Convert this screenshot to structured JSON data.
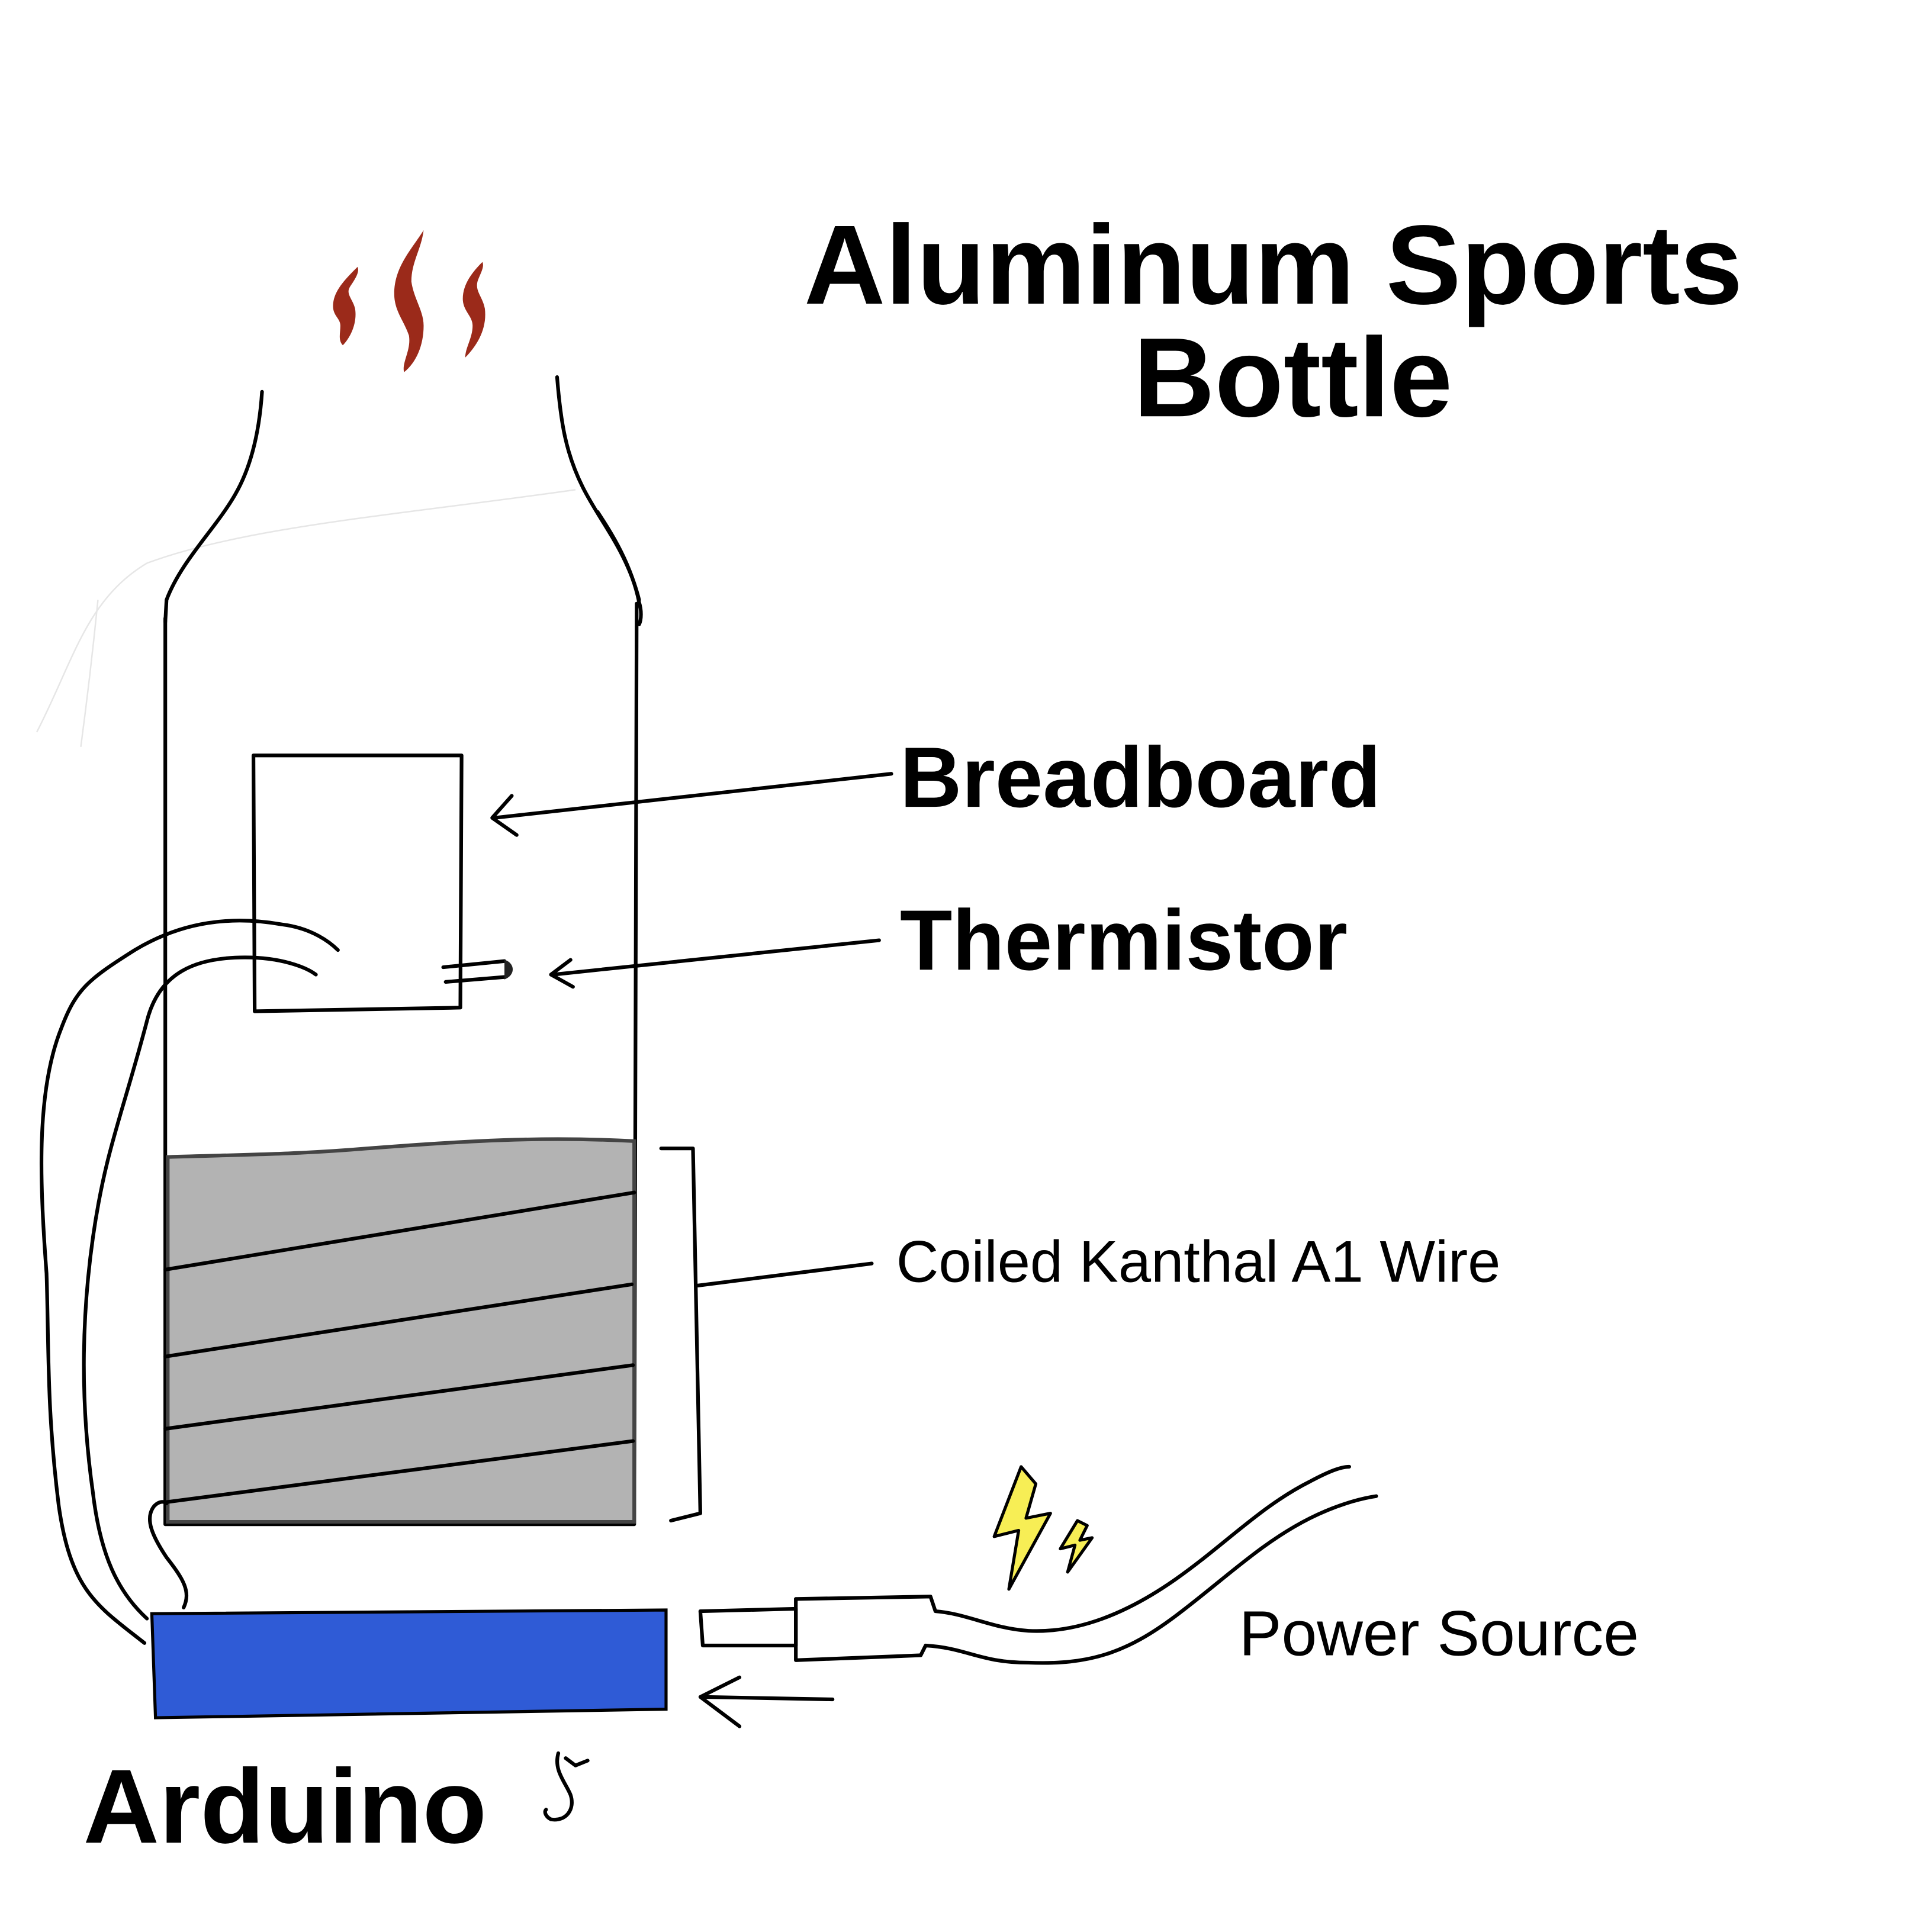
{
  "title": {
    "line1": "Aluminum Sports",
    "line2": "Bottle"
  },
  "labels": {
    "breadboard": "Breadboard",
    "thermistor": "Thermistor",
    "coil": "Coiled Kanthal A1 Wire",
    "power": "Power Source",
    "arduino": "Arduino"
  },
  "colors": {
    "ink": "#000000",
    "steam": "#9b2a1a",
    "water": "#b3b3b3",
    "arduino_board": "#2f5bd6",
    "lightning": "#f7ee55"
  },
  "icons": [
    "steam-icon",
    "lightning-icon",
    "arrow-icon"
  ]
}
